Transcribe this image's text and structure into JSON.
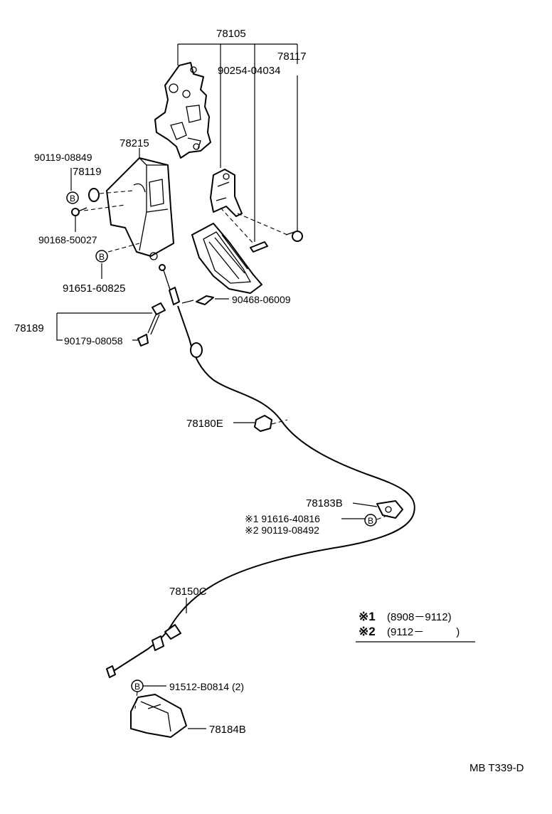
{
  "labels": {
    "p78105": "78105",
    "p78117": "78117",
    "p90254": "90254-04034",
    "p78215": "78215",
    "p90119a": "90119-08849",
    "p78119": "78119",
    "p90168": "90168-50027",
    "p91651": "91651-60825",
    "p90468": "90468-06009",
    "p78189": "78189",
    "p90179": "90179-08058",
    "p78180e": "78180E",
    "p78183b": "78183B",
    "p91616": "※1 91616-40816",
    "p90119b": "※2 90119-08492",
    "p78150c": "78150C",
    "p91512": "91512-B0814 (2)",
    "p78184b": "78184B"
  },
  "legend": {
    "mark1": "※1",
    "range1": "(8908－9112)",
    "mark2": "※2",
    "range2": "(9112－　　　)"
  },
  "b_mark": "B",
  "footer_code": "MB T339-D"
}
